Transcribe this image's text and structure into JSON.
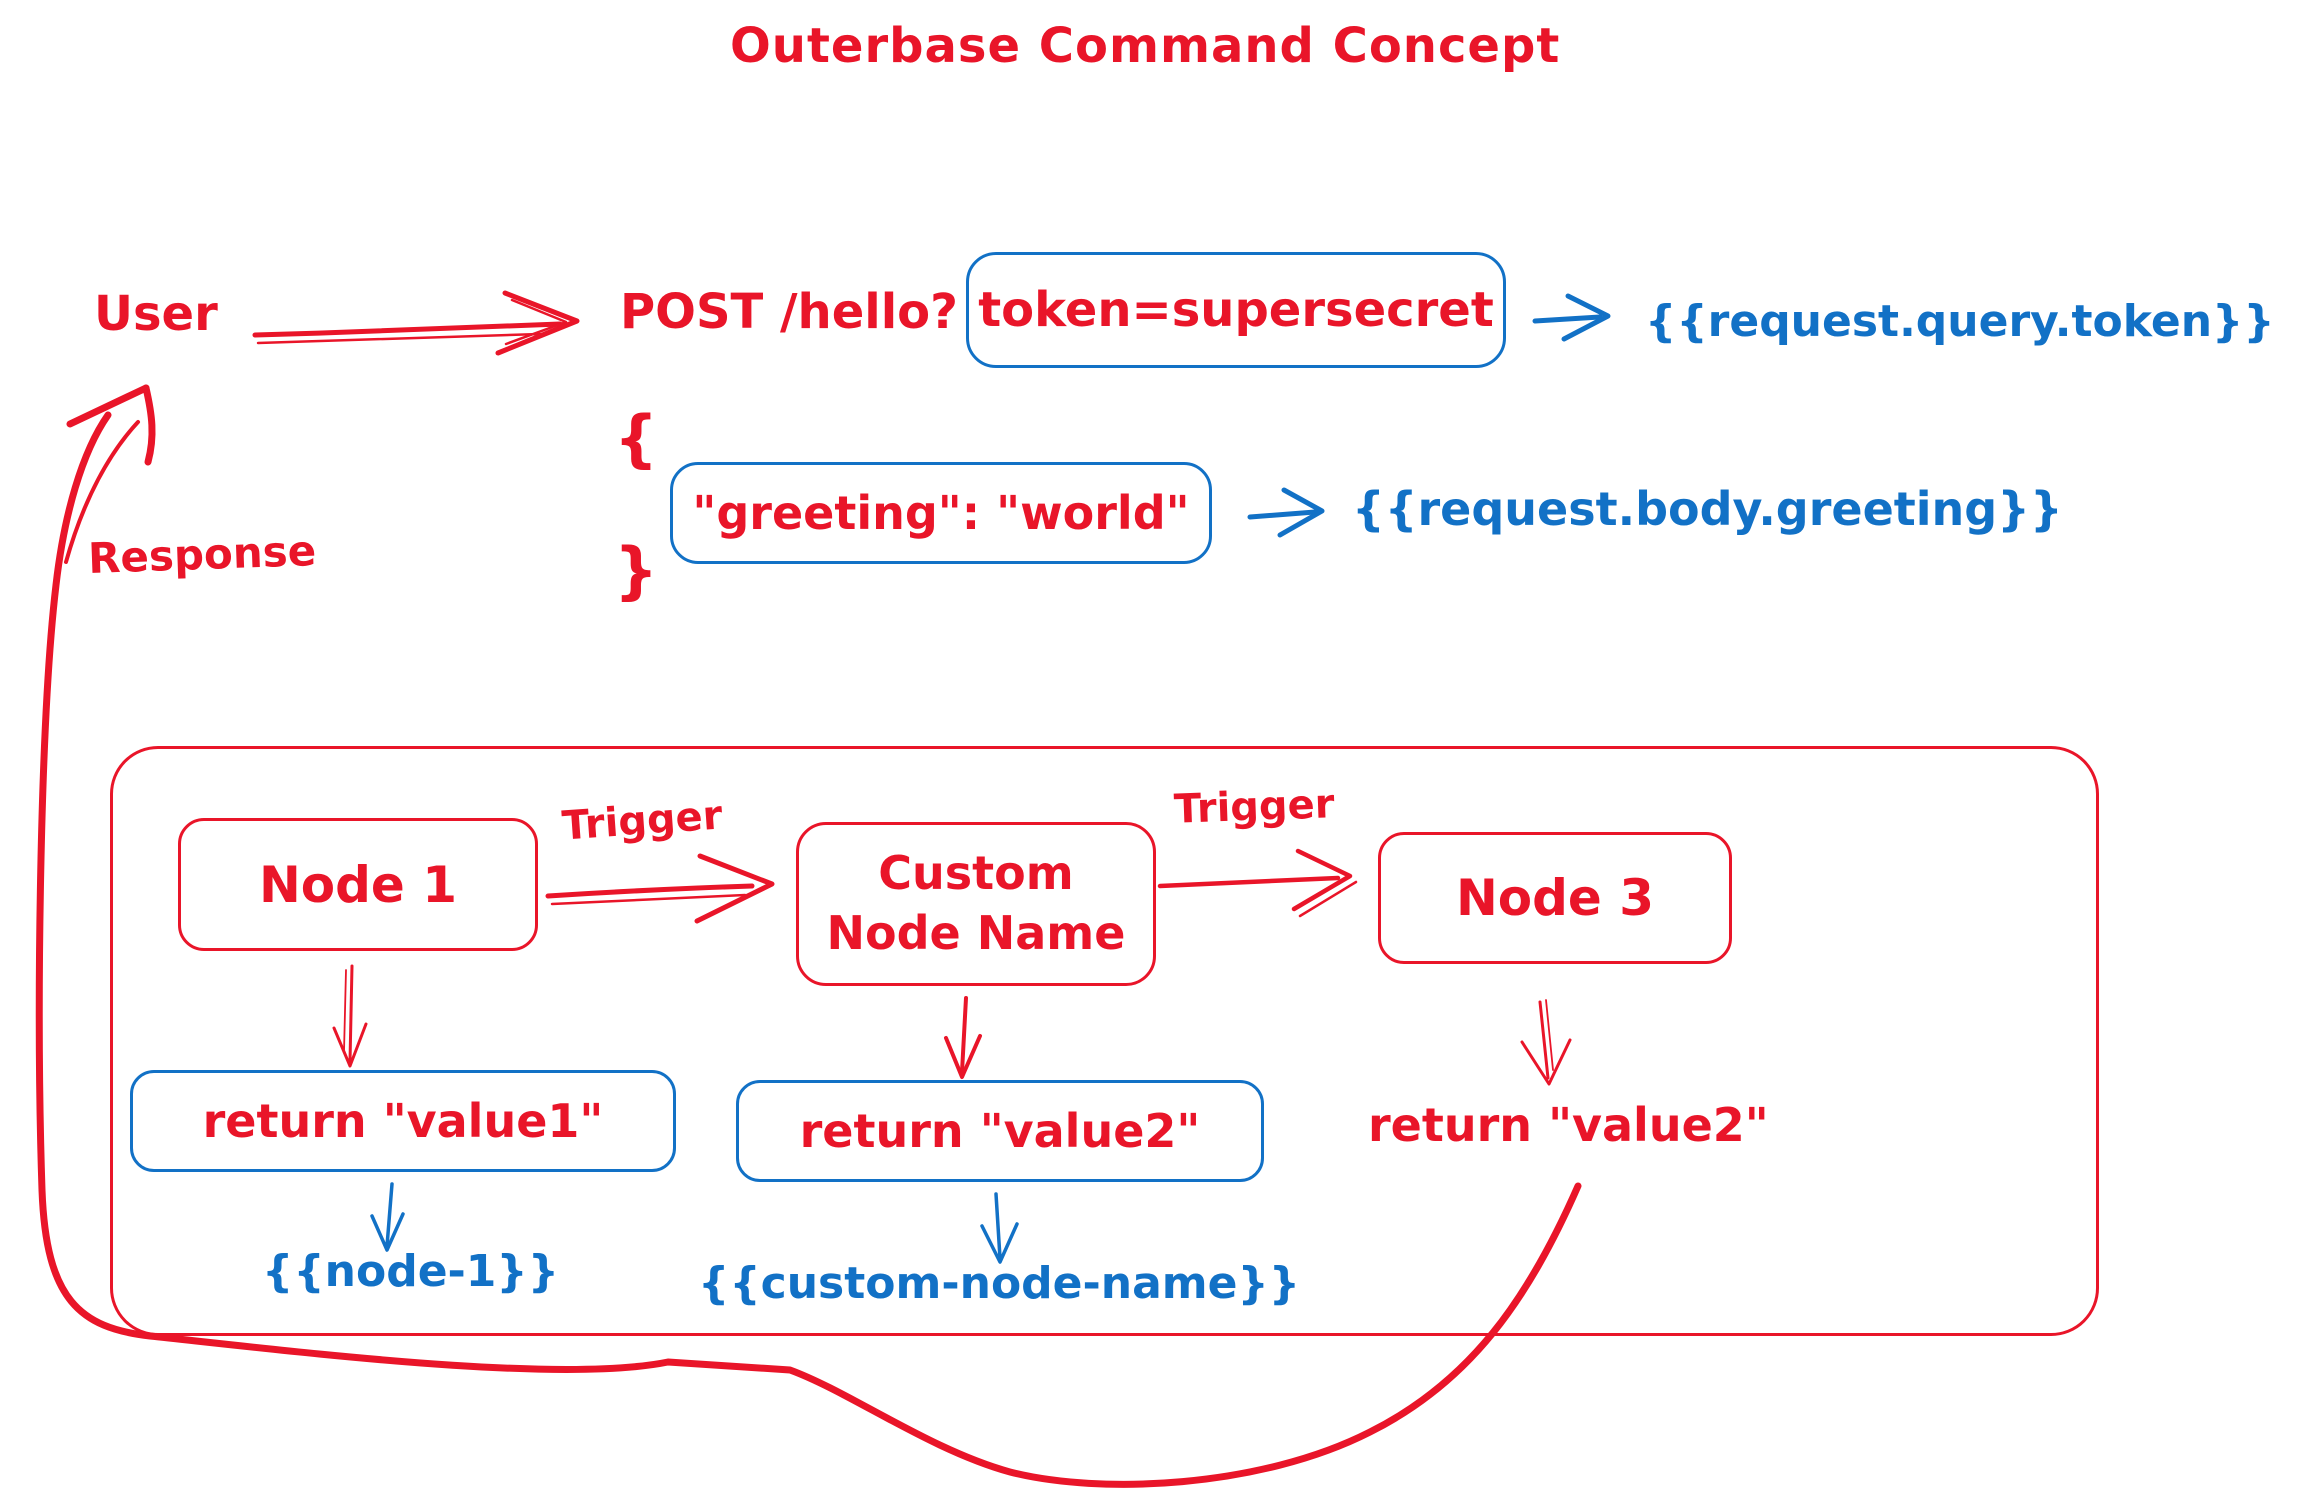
{
  "colors": {
    "red": "#e91529",
    "blue": "#1271c6",
    "background": "#ffffff"
  },
  "title": "Outerbase Command Concept",
  "request_flow": {
    "user_label": "User",
    "method_path": "POST /hello?",
    "token_param": "token=supersecret",
    "query_binding": "{{request.query.token}}",
    "body_open_brace": "{",
    "body_content": "\"greeting\": \"world\"",
    "body_close_brace": "}",
    "body_binding": "{{request.body.greeting}}",
    "response_label": "Response"
  },
  "command_flow": {
    "trigger_label_1": "Trigger",
    "trigger_label_2": "Trigger",
    "node1_label": "Node 1",
    "node2_label_line1": "Custom",
    "node2_label_line2": "Node Name",
    "node3_label": "Node 3",
    "node1_return": "return \"value1\"",
    "node1_binding": "{{node-1}}",
    "node2_return": "return \"value2\"",
    "node2_binding": "{{custom-node-name}}",
    "node3_return": "return \"value2\""
  }
}
